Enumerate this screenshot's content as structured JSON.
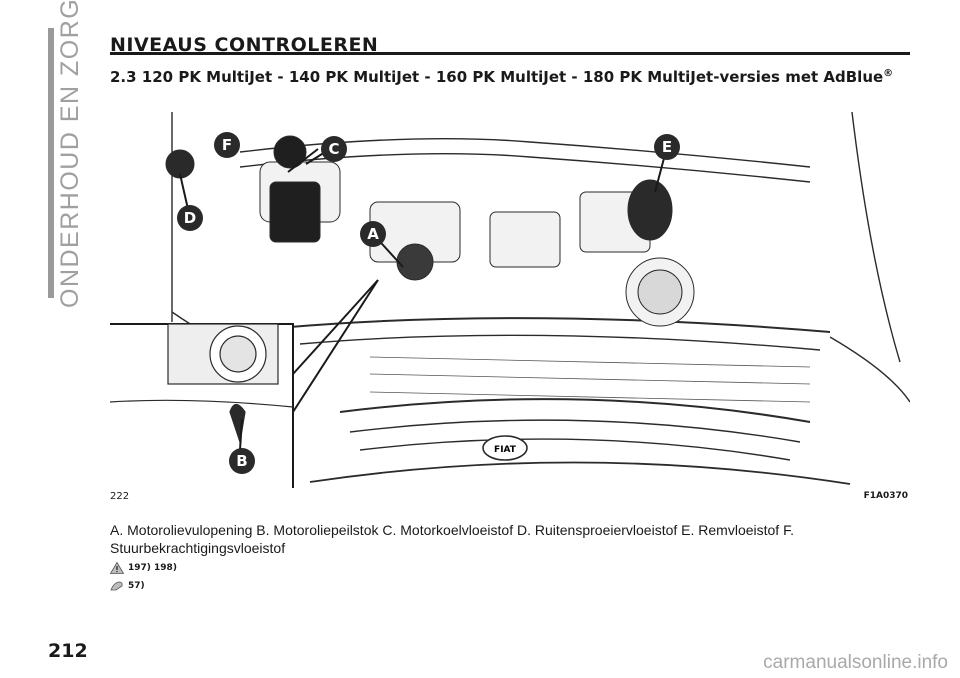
{
  "section_tab": "ONDERHOUD EN ZORG",
  "heading": "NIVEAUS CONTROLEREN",
  "subheading_text": "2.3 120 PK MultiJet - 140 PK MultiJet - 160 PK MultiJet - 180 PK MultiJet-versies met AdBlue",
  "subheading_mark": "®",
  "figure": {
    "callouts": [
      "A",
      "B",
      "C",
      "D",
      "E",
      "F"
    ],
    "number": "222",
    "code": "F1A0370",
    "grille_badge": "FIAT"
  },
  "caption": "A. Motorolievulopening B. Motoroliepeilstok C. Motorkoelvloeistof D. Ruitensproeiervloeistof E. Remvloeistof F. Stuurbekrachtigingsvloeistof",
  "warning_refs": "197) 198)",
  "note_refs": "57)",
  "page_number": "212",
  "watermark": "carmanualsonline.info",
  "colors": {
    "callout_bg": "#2a2a2a",
    "callout_text": "#ffffff",
    "tab_gray": "#9a9a9a"
  }
}
